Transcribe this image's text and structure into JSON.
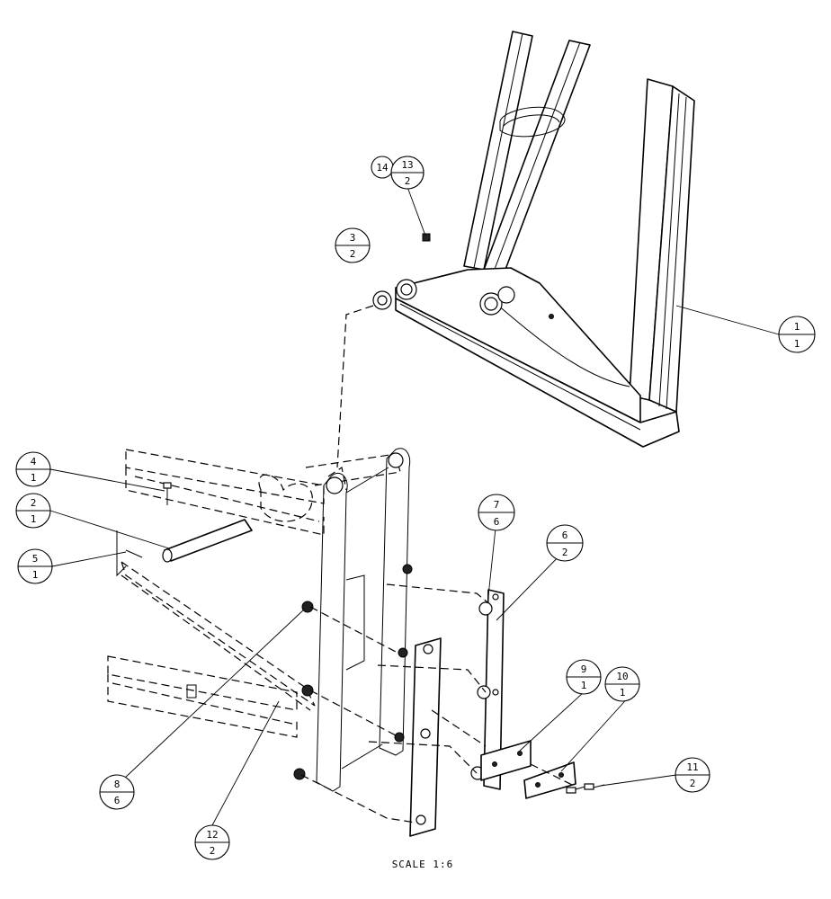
{
  "scale_label": "SCALE  1:6",
  "balloons": [
    {
      "id": "b1",
      "top": "1",
      "bottom": "1"
    },
    {
      "id": "b2",
      "top": "2",
      "bottom": "1"
    },
    {
      "id": "b3",
      "top": "3",
      "bottom": "2"
    },
    {
      "id": "b4",
      "top": "4",
      "bottom": "1"
    },
    {
      "id": "b5",
      "top": "5",
      "bottom": "1"
    },
    {
      "id": "b6",
      "top": "6",
      "bottom": "2"
    },
    {
      "id": "b7",
      "top": "7",
      "bottom": "6"
    },
    {
      "id": "b8",
      "top": "8",
      "bottom": "6"
    },
    {
      "id": "b9",
      "top": "9",
      "bottom": "1"
    },
    {
      "id": "b10",
      "top": "10",
      "bottom": "1"
    },
    {
      "id": "b11",
      "top": "11",
      "bottom": "2"
    },
    {
      "id": "b12",
      "top": "12",
      "bottom": "2"
    },
    {
      "id": "b13",
      "top": "13",
      "bottom": "2"
    },
    {
      "id": "b14",
      "label": "14"
    }
  ]
}
